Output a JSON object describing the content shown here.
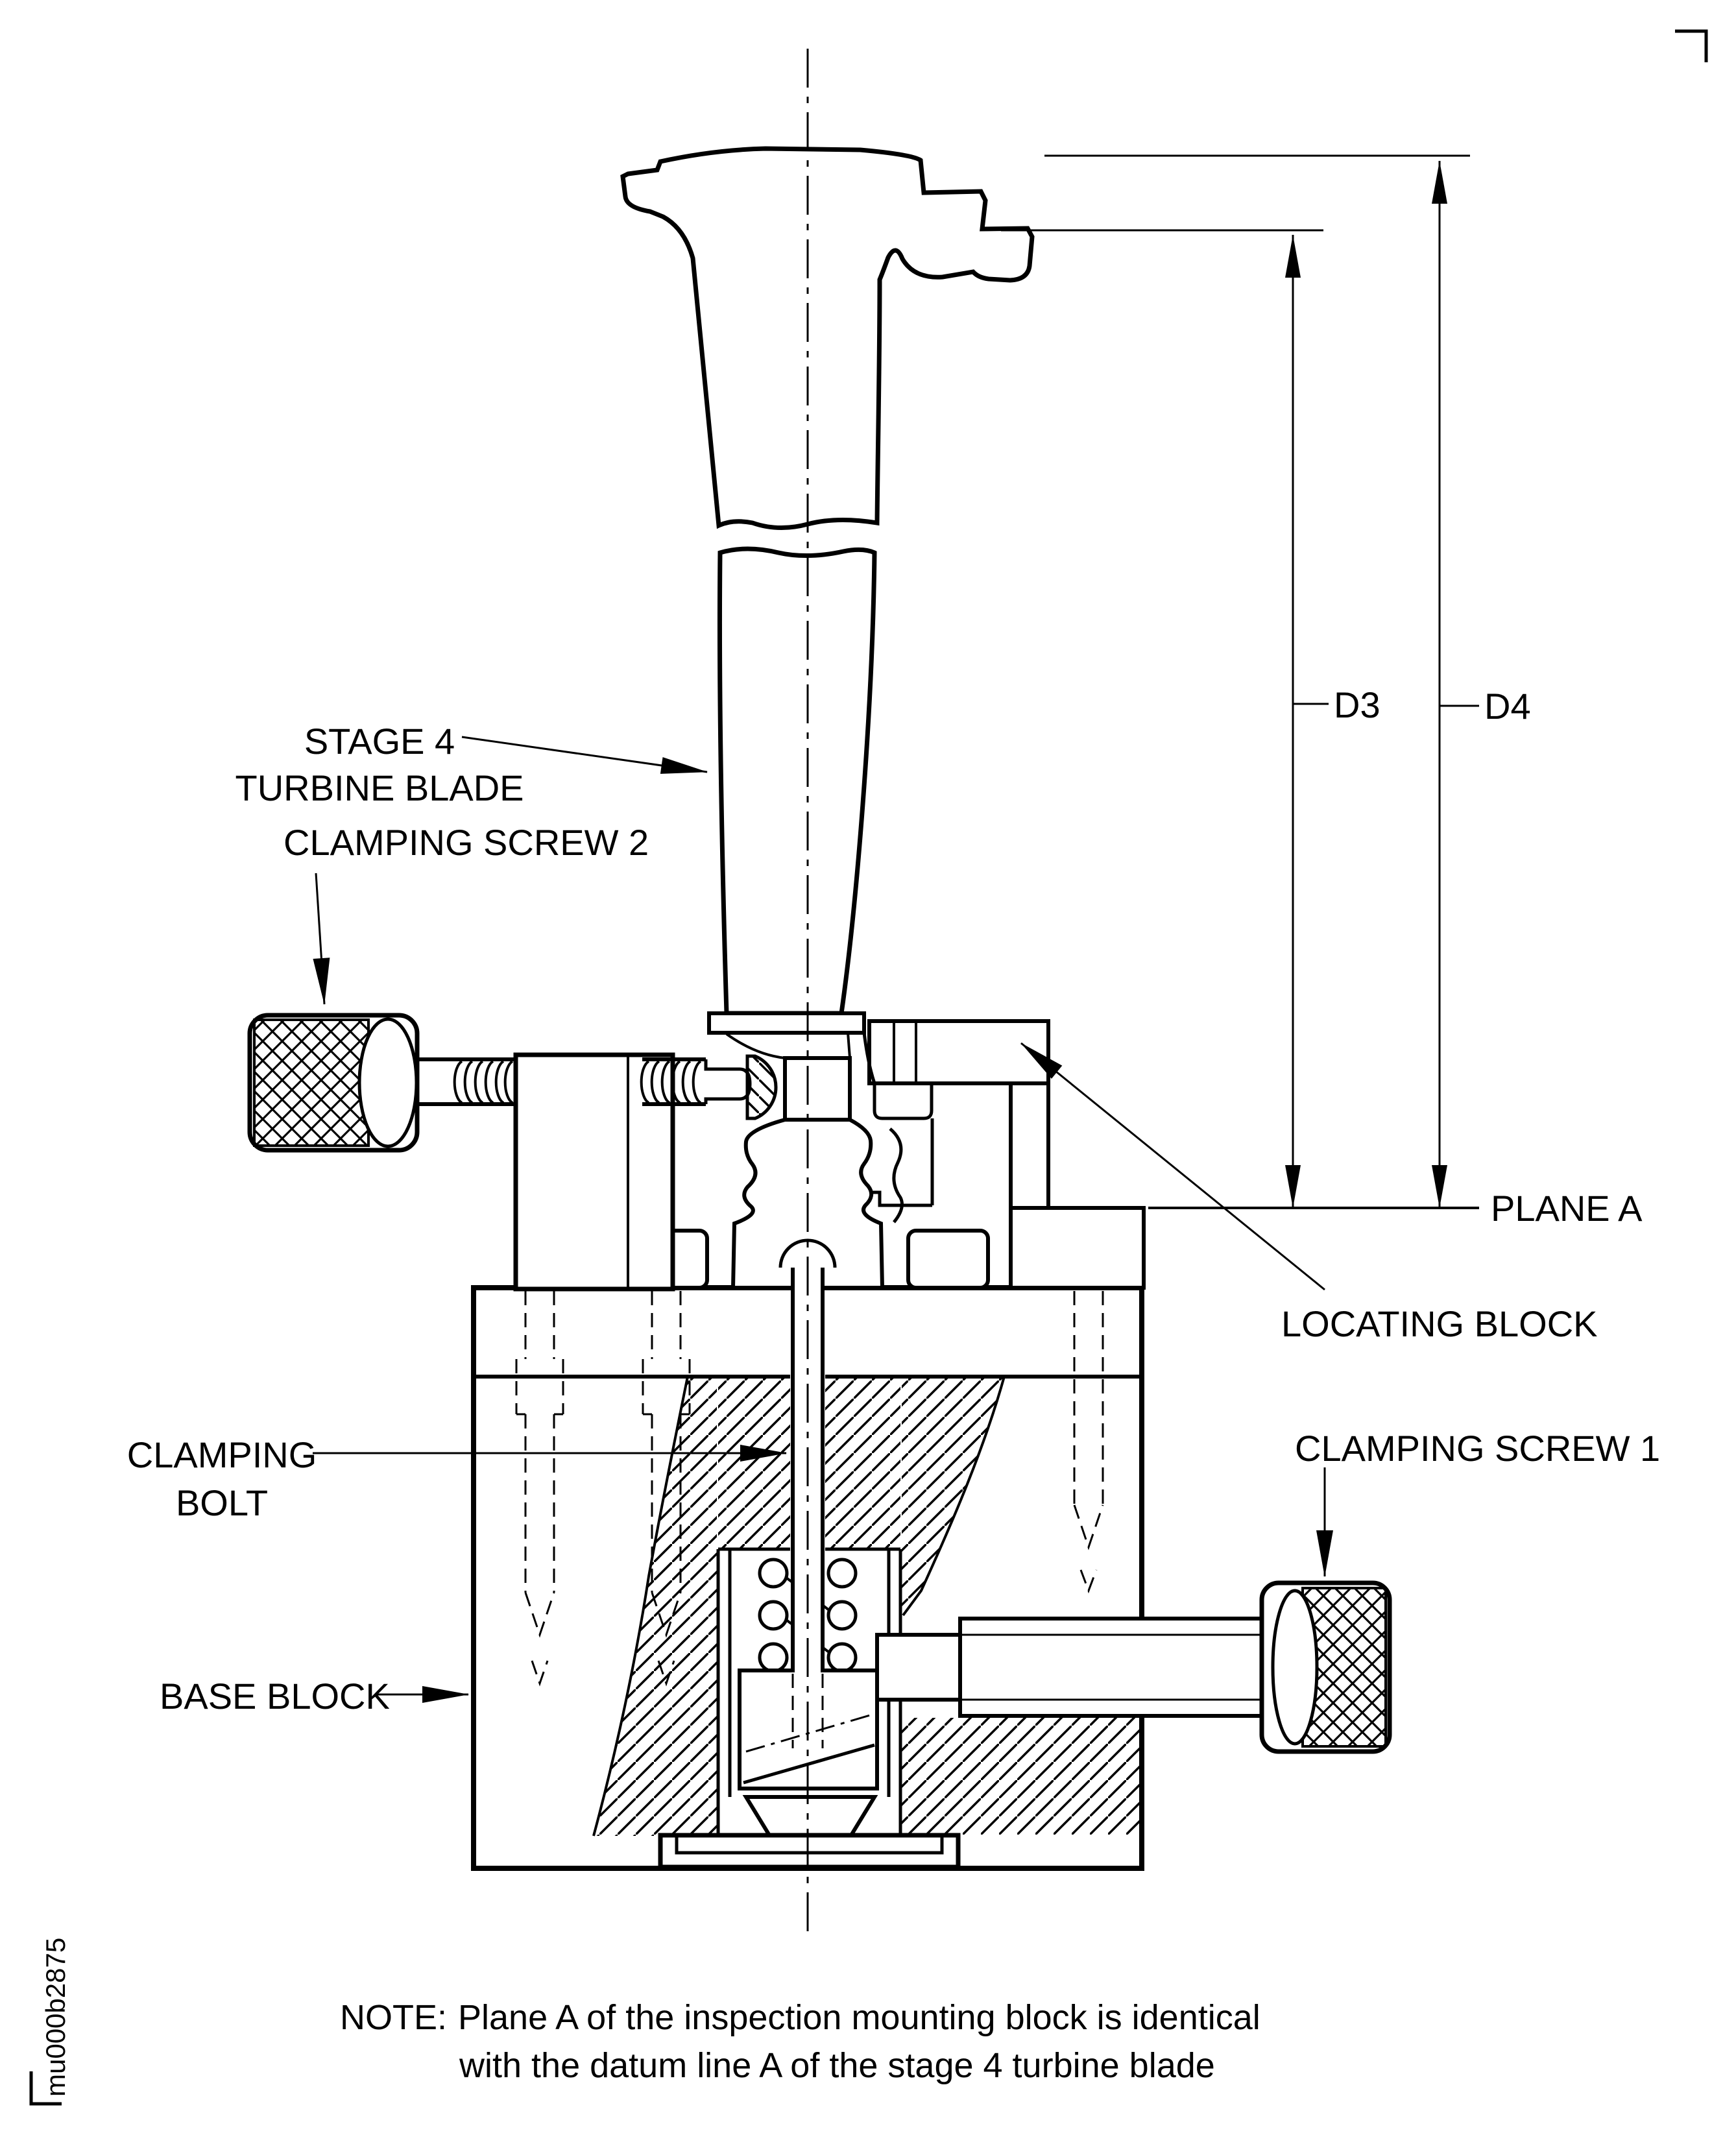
{
  "drawing": {
    "title_note": {
      "heading": "NOTE:",
      "line1": "Plane A of the inspection mounting block is identical",
      "line2": "with the datum line A of the stage 4 turbine blade"
    },
    "labels": {
      "stage4_line1": "STAGE 4",
      "stage4_line2": "TURBINE BLADE",
      "clamping_screw_2": "CLAMPING SCREW 2",
      "clamping_bolt_line1": "CLAMPING",
      "clamping_bolt_line2": "BOLT",
      "base_block": "BASE BLOCK",
      "clamping_screw_1": "CLAMPING SCREW 1",
      "locating_block": "LOCATING BLOCK",
      "plane_a": "PLANE A"
    },
    "dimensions": {
      "d3": "D3",
      "d4": "D4"
    },
    "part_number": "mu000b2875",
    "colors": {
      "line": "#000000",
      "background": "#ffffff"
    }
  }
}
